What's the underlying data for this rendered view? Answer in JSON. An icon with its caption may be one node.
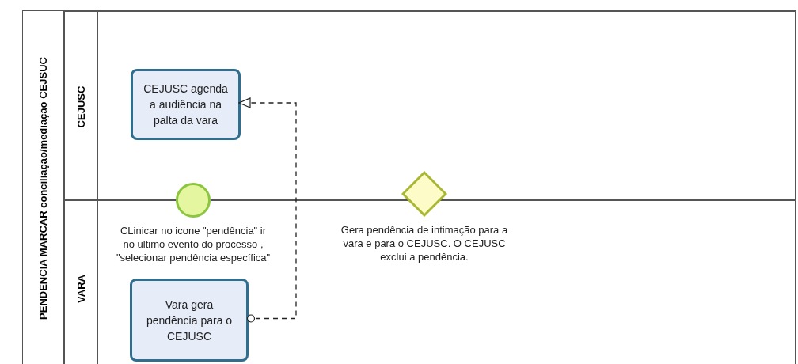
{
  "diagram": {
    "nodes": [
      {
        "text": [
          "PENDENCIA MARCAR conciliação/mediação CEJSUC"
        ]
      },
      {
        "text": [
          "CEJUSC"
        ],
        "in": 0
      },
      {
        "text": [
          "VARA"
        ],
        "in": 0
      },
      {
        "text": [
          "CEJUSC agenda a audiência na palta da vara"
        ],
        "in": 1
      },
      {
        "text": [
          "CLinicar no icone \"pendência\" ir no ultimo evento do processo , \"selecionar pendência específica\""
        ],
        "in": 0
      },
      {
        "text": [
          "Vara  gera pendência  para o CEJUSC"
        ],
        "in": 2
      },
      {
        "text": [
          "Gera pendência de intimação para a vara e para o CEJUSC. O CEJUSC exclui a pendência."
        ],
        "in": 0
      }
    ],
    "edges": [
      {
        "from": 5,
        "to": 3,
        "arrow": "to",
        "style": "dashed"
      }
    ]
  }
}
